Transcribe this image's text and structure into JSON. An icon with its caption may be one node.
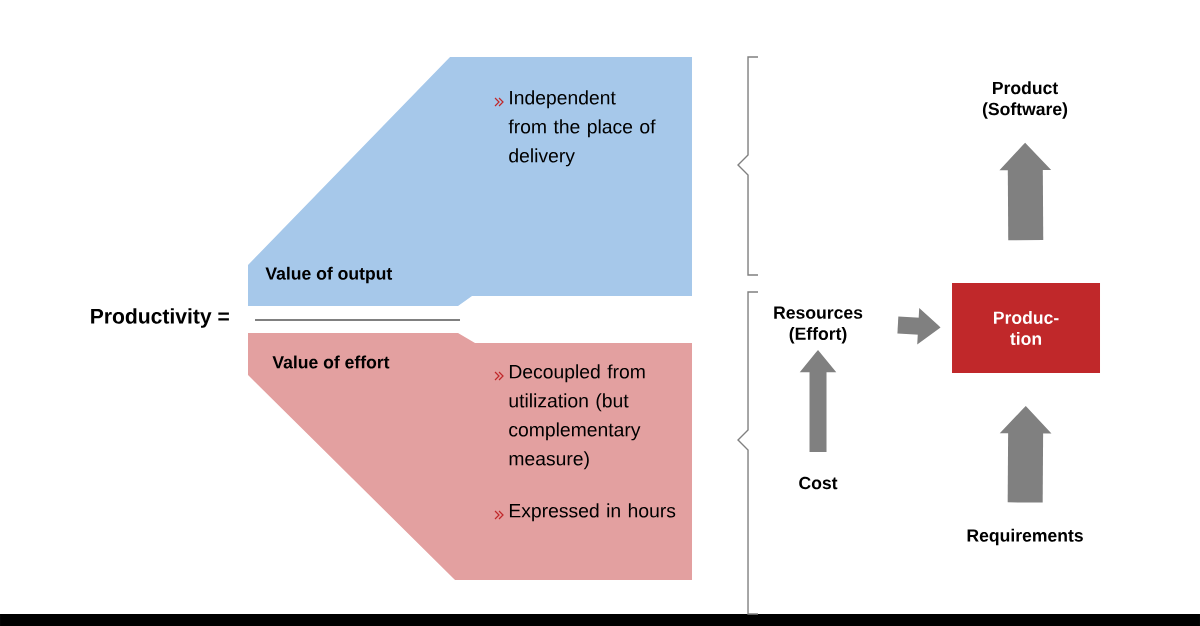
{
  "diagram": {
    "nodes": [
      {
        "text": [
          "Value of output",
          "Independent from the place of delivery"
        ]
      },
      {
        "text": [
          "Value of effort",
          "Decoupled from utilization (but complementary measure)",
          "Expressed in hours"
        ]
      },
      {
        "text": [
          "Product (Software)"
        ]
      },
      {
        "text": [
          "Resources (Effort)"
        ]
      },
      {
        "text": [
          "Produc- tion"
        ]
      },
      {
        "text": [
          "Cost"
        ]
      },
      {
        "text": [
          "Requirements"
        ]
      }
    ],
    "edges": [
      {
        "from": 3,
        "to": 4,
        "arrow": "to"
      },
      {
        "from": 5,
        "to": 3,
        "arrow": "to"
      },
      {
        "from": 6,
        "to": 4,
        "arrow": "to",
        "style": "thick"
      },
      {
        "from": 4,
        "to": 2,
        "arrow": "to",
        "style": "thick"
      }
    ],
    "labels": [
      "Productivity ="
    ]
  }
}
